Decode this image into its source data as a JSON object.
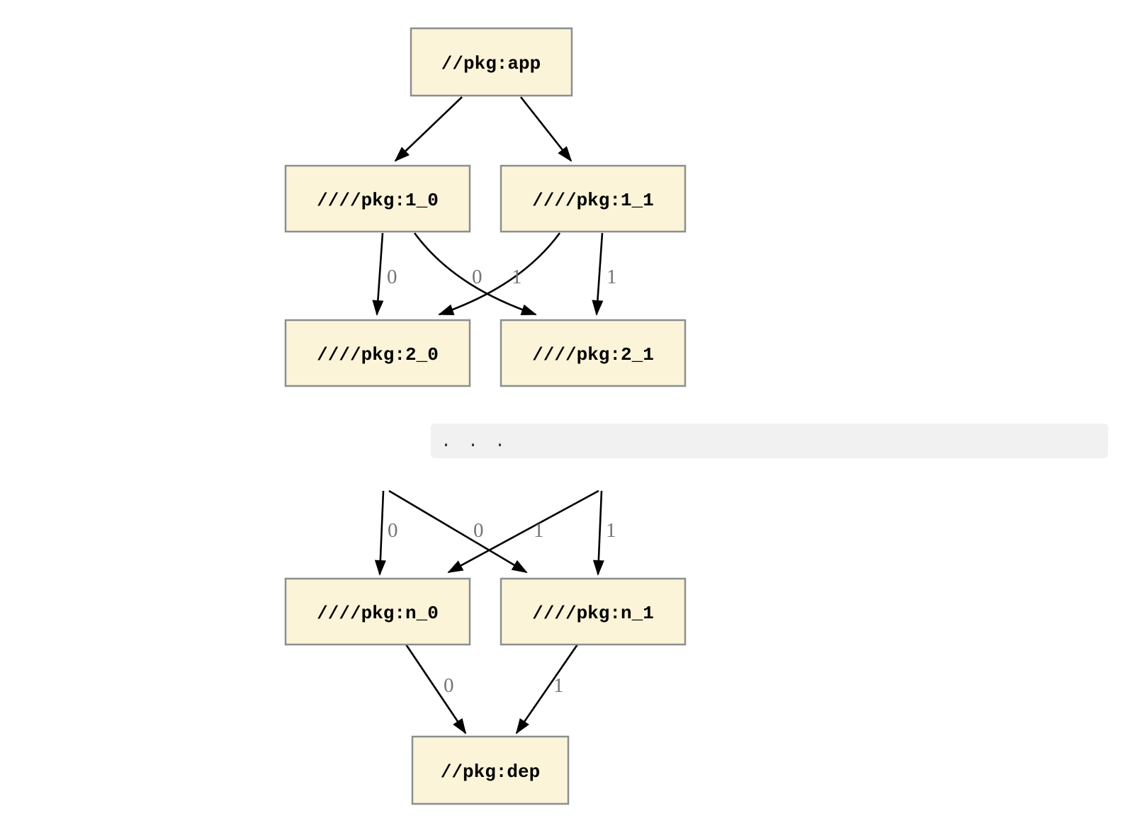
{
  "colors": {
    "node_fill": "#FBF4D9",
    "node_border": "#8A8F8F",
    "edge": "#000000",
    "edge_label": "#757575",
    "code_block_bg": "#F1F1F1",
    "code_block_text": "#333333"
  },
  "graph1": {
    "nodes": {
      "app": "//pkg:app",
      "v1_0": "////pkg:1_0",
      "v1_1": "////pkg:1_1",
      "v2_0": "////pkg:2_0",
      "v2_1": "////pkg:2_1"
    },
    "edge_labels": {
      "l1_0_to_2_0": "0",
      "l1_0_to_2_1": "1",
      "l1_1_to_2_0": "0",
      "l1_1_to_2_1": "1"
    }
  },
  "code_block": {
    "text": "..."
  },
  "graph2": {
    "nodes": {
      "vn_0": "////pkg:n_0",
      "vn_1": "////pkg:n_1",
      "dep": "//pkg:dep"
    },
    "edge_labels": {
      "upper_left_direct": "0",
      "upper_left_cross": "0",
      "upper_right_cross": "1",
      "upper_right_direct": "1",
      "n_0_to_dep": "0",
      "n_1_to_dep": "1"
    }
  }
}
